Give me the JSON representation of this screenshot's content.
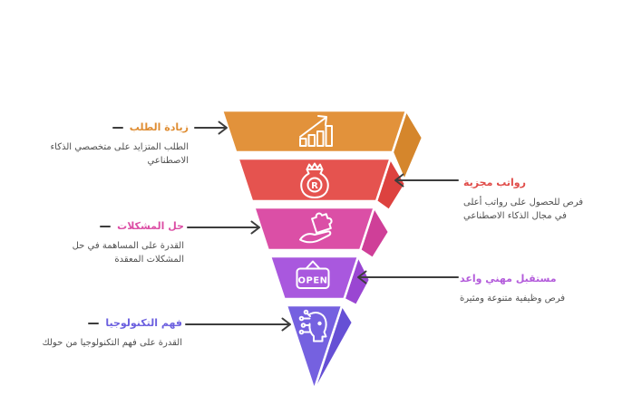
{
  "figure": {
    "kind": "inverted-funnel-infographic",
    "levels": 5
  },
  "background": "#FFFFFF",
  "connector_color": "#3D3D3D",
  "funnel": {
    "layers": [
      {
        "id": "demand",
        "front_color": "#E2923B",
        "side_color": "#D5862C",
        "icon": "growth-chart-icon"
      },
      {
        "id": "salaries",
        "front_color": "#E5534F",
        "side_color": "#DD423F",
        "icon": "money-bag-icon",
        "bag_letter": "R"
      },
      {
        "id": "problem-solving",
        "front_color": "#DB4FA6",
        "side_color": "#CF3F98",
        "icon": "hand-puzzle-icon"
      },
      {
        "id": "career",
        "front_color": "#A958DE",
        "side_color": "#9A46D2",
        "icon": "open-sign-icon",
        "sign_text": "OPEN"
      },
      {
        "id": "technology",
        "front_color": "#7561E0",
        "side_color": "#6650D5",
        "icon": "ai-head-icon"
      }
    ]
  },
  "labels_left": [
    {
      "title": "زيادة الطلب",
      "title_color": "#DF8D33",
      "description": "الطلب المتزايد على متخصصي الذكاء الاصطناعي"
    },
    {
      "title": "حل المشكلات",
      "title_color": "#DC4FA5",
      "description": "القدرة على المساهمة في حل المشكلات المعقدة"
    },
    {
      "title": "فهم التكنولوجيا",
      "title_color": "#6B5FDF",
      "description": "القدرة على فهم التكنولوجيا من حولك"
    }
  ],
  "labels_right": [
    {
      "title": "رواتب مجزية",
      "title_color": "#E04B48",
      "description": "فرص للحصول على رواتب أعلى في مجال الذكاء الاصطناعي"
    },
    {
      "title": "مستقبل مهني واعد",
      "title_color": "#B35BDB",
      "description": "فرص وظيفية متنوعة ومثيرة"
    }
  ]
}
